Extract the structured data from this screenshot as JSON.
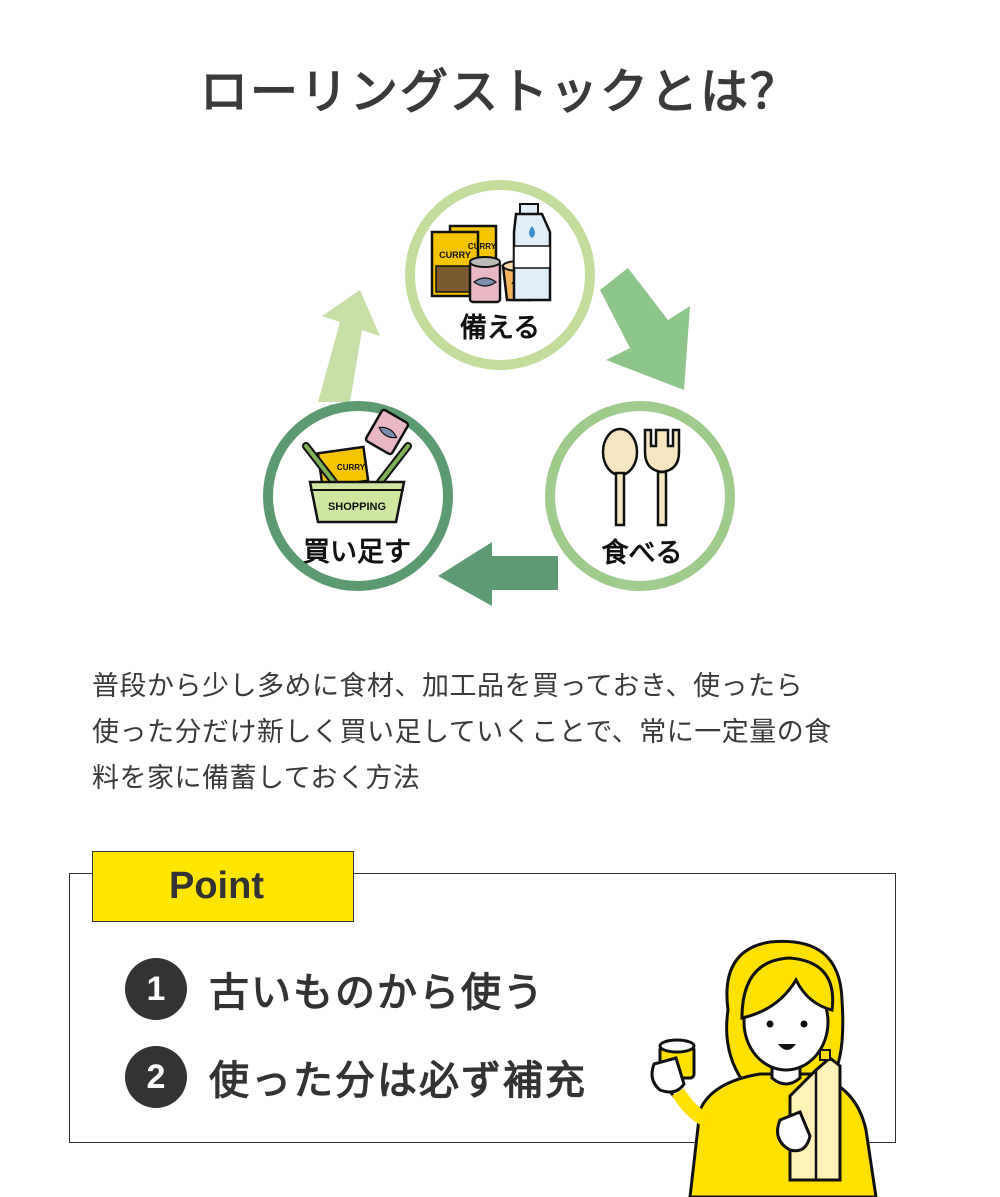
{
  "title": "ローリングストックとは？",
  "cycle": {
    "stock": {
      "label": "備える",
      "curry_text": "CURRY",
      "curry_text_back": "CURRY"
    },
    "eat": {
      "label": "食べる"
    },
    "buy": {
      "label": "買い足す",
      "curry_text": "CURRY",
      "basket_text": "SHOPPING"
    }
  },
  "description": {
    "lines": [
      "普段から少し多めに食材、加工品を買っておき、使ったら",
      "使った分だけ新しく買い足していくことで、常に一定量の食",
      "料を家に備蓄しておく方法"
    ]
  },
  "point": {
    "tag": "Point",
    "items": [
      {
        "num": "1",
        "text": "古いものから使う"
      },
      {
        "num": "2",
        "text": "使った分は必ず補充"
      }
    ]
  },
  "colors": {
    "ring_light": "#c5dd9c",
    "ring_mid": "#9fcb8c",
    "ring_dark": "#5c9a72",
    "arrow_light": "#c8e0a8",
    "arrow_mid": "#8ec689",
    "arrow_dark": "#5e9b74",
    "accent_yellow": "#ffe600",
    "text": "#333333"
  }
}
